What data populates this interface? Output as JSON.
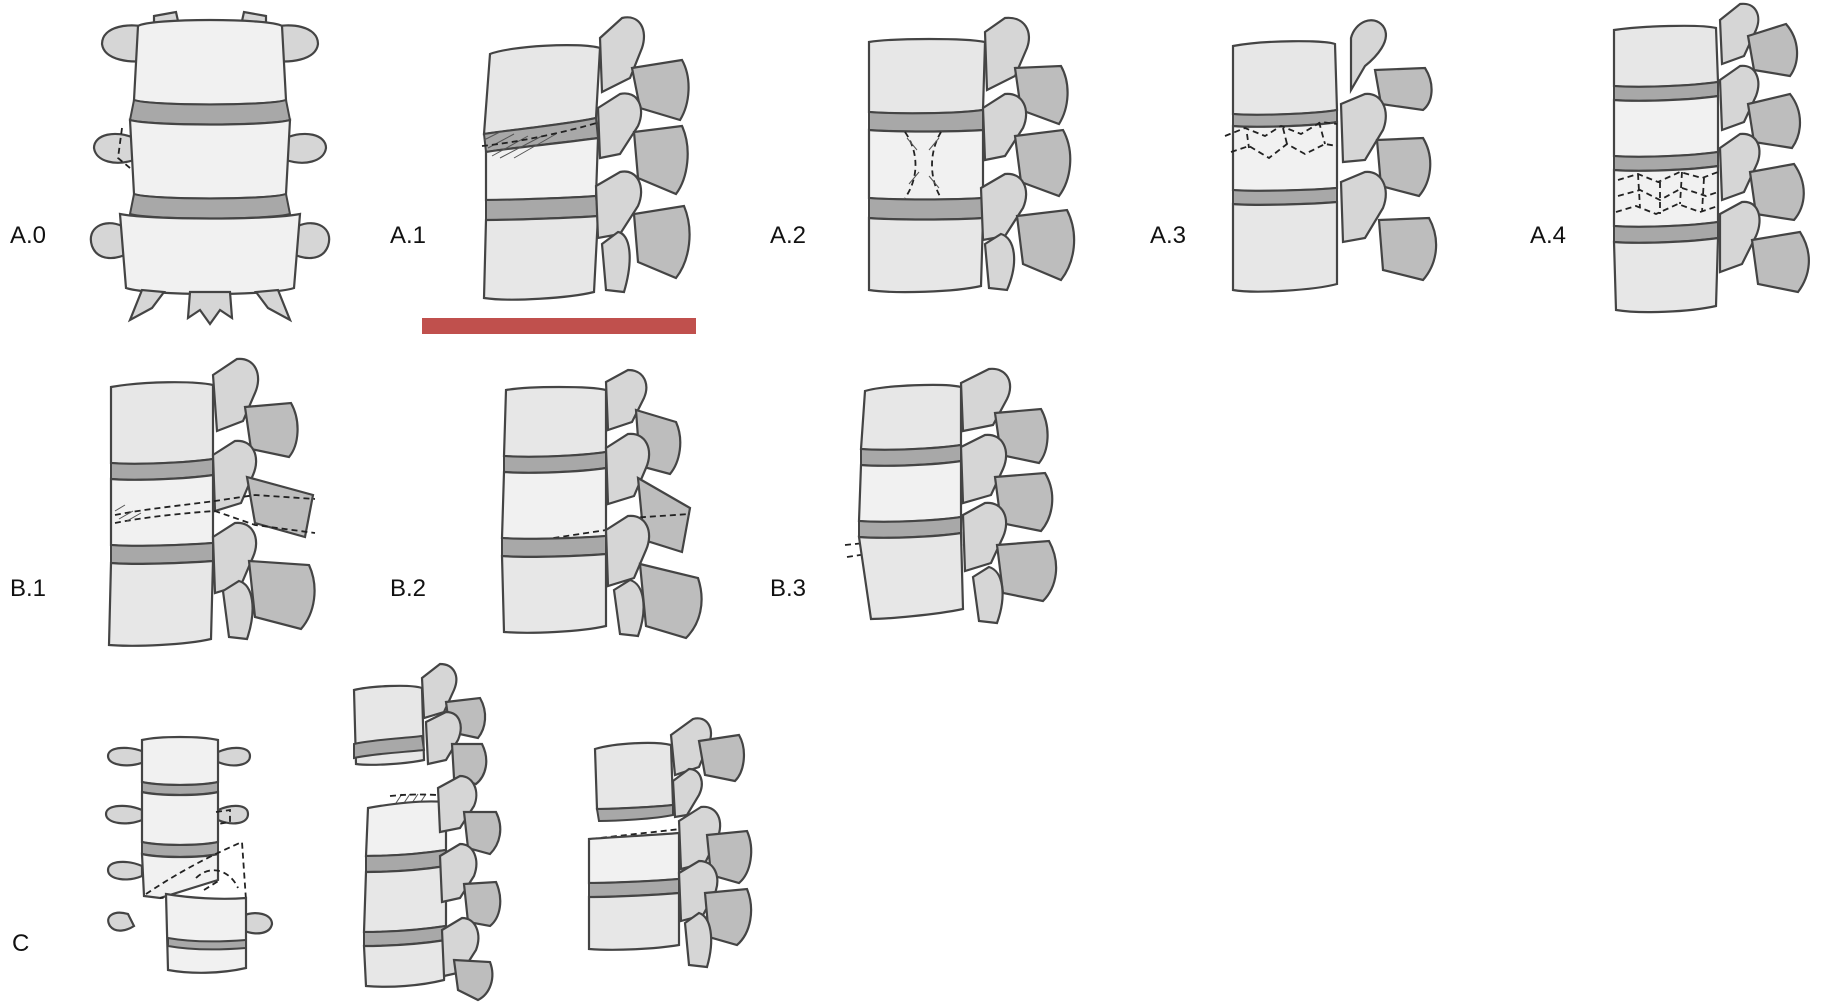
{
  "labels": {
    "a0": "A.0",
    "a1": "A.1",
    "a2": "A.2",
    "a3": "A.3",
    "a4": "A.4",
    "b1": "B.1",
    "b2": "B.2",
    "b3": "B.3",
    "c": "C"
  },
  "colors": {
    "highlight_bar": "#c0504d",
    "bone": "#e7e7e7",
    "outline": "#444444"
  },
  "highlight": {
    "under": "A.1"
  }
}
